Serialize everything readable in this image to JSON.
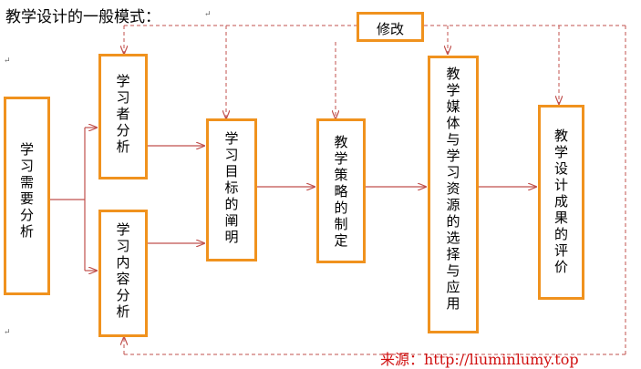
{
  "title": "教学设计的一般模式：",
  "revise": "修改",
  "boxes": {
    "needs": "学习需要分析",
    "learner": "学习者分析",
    "content": "学习内容分析",
    "objectives": "学习目标的阐明",
    "strategy": "教学策略的制定",
    "media": "教学媒体与学习资源的选择与应用",
    "evaluation": "教学设计成果的评价"
  },
  "source": "来源：http://liuminlumy.top",
  "colors": {
    "box_border": "#f0921e",
    "arrow_solid": "#c0504d",
    "arrow_dashed": "#c0504d",
    "source_text": "#d01010"
  }
}
